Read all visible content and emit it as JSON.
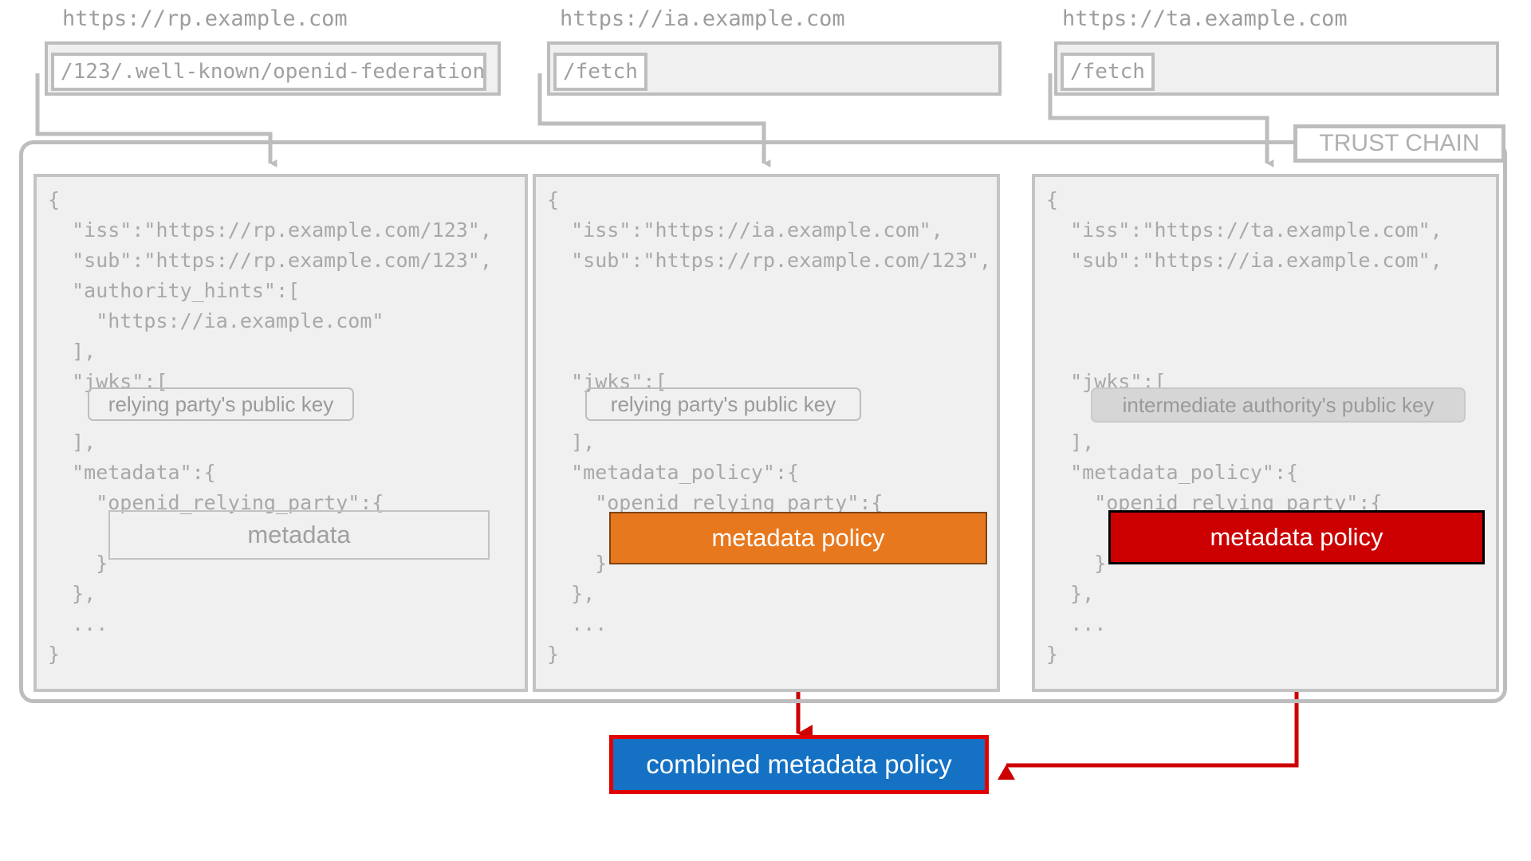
{
  "diagram": {
    "title_label": "TRUST CHAIN",
    "colors": {
      "grey_line": "#bdbdbd",
      "panel_bg": "#f0f0f0",
      "code_text": "#a8a8a8",
      "orange": "#e8781e",
      "red": "#cc0000",
      "blue": "#1471c4",
      "arrow_red": "#e00000"
    }
  },
  "servers": [
    {
      "url": "https://rp.example.com",
      "endpoint": "/123/.well-known/openid-federation"
    },
    {
      "url": "https://ia.example.com",
      "endpoint": "/fetch"
    },
    {
      "url": "https://ta.example.com",
      "endpoint": "/fetch"
    }
  ],
  "statements": [
    {
      "name": "rp-entity-configuration",
      "lines": [
        "{",
        "  \"iss\":\"https://rp.example.com/123\",",
        "  \"sub\":\"https://rp.example.com/123\",",
        "  \"authority_hints\":[",
        "    \"https://ia.example.com\"",
        "  ],",
        "  \"jwks\":[",
        "",
        "  ],",
        "  \"metadata\":{",
        "    \"openid_relying_party\":{",
        "",
        "    }",
        "  },",
        "  ...",
        "}"
      ],
      "key_chip": "relying party's public key",
      "key_chip_filled": false,
      "payload_label": "metadata",
      "payload_style": "plain"
    },
    {
      "name": "ia-subordinate-statement",
      "lines": [
        "{",
        "  \"iss\":\"https://ia.example.com\",",
        "  \"sub\":\"https://rp.example.com/123\",",
        "",
        "",
        "",
        "  \"jwks\":[",
        "",
        "  ],",
        "  \"metadata_policy\":{",
        "    \"openid_relying_party\":{",
        "",
        "    }",
        "  },",
        "  ...",
        "}"
      ],
      "key_chip": "relying party's public key",
      "key_chip_filled": false,
      "payload_label": "metadata policy",
      "payload_style": "orange"
    },
    {
      "name": "ta-subordinate-statement",
      "lines": [
        "{",
        "  \"iss\":\"https://ta.example.com\",",
        "  \"sub\":\"https://ia.example.com\",",
        "",
        "",
        "",
        "  \"jwks\":[",
        "",
        "  ],",
        "  \"metadata_policy\":{",
        "    \"openid_relying_party\":{",
        "",
        "    }",
        "  },",
        "  ...",
        "}"
      ],
      "key_chip": "intermediate authority's public key",
      "key_chip_filled": true,
      "payload_label": "metadata policy",
      "payload_style": "red"
    }
  ],
  "result": {
    "label": "combined metadata policy"
  }
}
